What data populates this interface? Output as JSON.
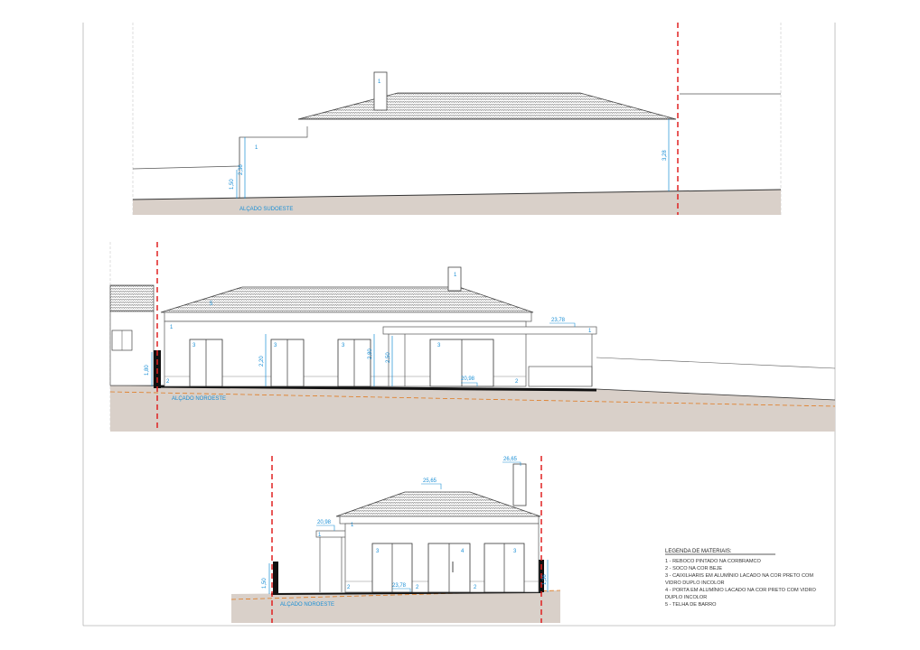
{
  "elevations": {
    "sudoeste": {
      "title": "ALÇADO SUDOESTE",
      "dims": [
        "1,50",
        "2,36",
        "3,28"
      ],
      "materials": [
        "1",
        "1"
      ]
    },
    "noroeste_1": {
      "title": "ALÇADO NOROESTE",
      "dims": [
        "1,80",
        "2,20",
        "2,80",
        "2,50"
      ],
      "levels": [
        "23,78",
        "20,98"
      ],
      "materials": [
        "1",
        "1",
        "1",
        "2",
        "3",
        "3",
        "3",
        "3",
        "2",
        "5"
      ]
    },
    "noroeste_2": {
      "title": "ALÇADO NOROESTE",
      "dims": [
        "1,50",
        "1,36"
      ],
      "levels": [
        "25,65",
        "26,65",
        "20,98",
        "23,78"
      ],
      "materials": [
        "1",
        "1",
        "3",
        "4",
        "3",
        "2",
        "2",
        "2"
      ]
    }
  },
  "legend": {
    "title": "LEGENDA DE MATERIAIS:",
    "items": [
      "1 - REBOCO PINTADO NA CORBRAMCO",
      "2 - SOCO NA COR BEJE",
      "3 - CAIXILHARIS EM ALUMÍNIO LACADO NA COR PRETO COM",
      "VIDRO DUPLO INCOLOR",
      "4 - PORTA EM ALUMÍNIO LACADO NA COR PRETO COM VIDRO",
      "DUPLO INCOLOR",
      "5 - TELHA DE BARRO"
    ]
  },
  "colors": {
    "ground": "#d9d0c9",
    "dimension": "#1a8fd6",
    "limit_line": "#e02020",
    "terrain_line": "#e07a20"
  }
}
